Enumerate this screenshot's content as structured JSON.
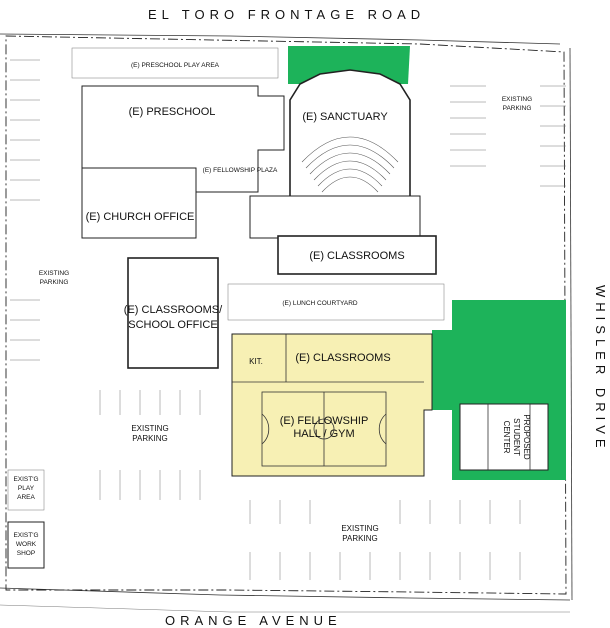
{
  "roads": {
    "north": "EL TORO FRONTAGE ROAD",
    "south": "ORANGE AVENUE",
    "east": "WHISLER DRIVE"
  },
  "labels": {
    "preschool_play": "(E) PRESCHOOL PLAY AREA",
    "preschool": "(E) PRESCHOOL",
    "sanctuary": "(E) SANCTUARY",
    "fellowship_plaza": "(E) FELLOWSHIP PLAZA",
    "church_office": "(E) CHURCH OFFICE",
    "classrooms_north": "(E) CLASSROOMS",
    "classrooms_school_1": "(E) CLASSROOMS/",
    "classrooms_school_2": "SCHOOL OFFICE",
    "lunch_courtyard": "(E) LUNCH COURTYARD",
    "kit": "KIT.",
    "classrooms_south": "(E) CLASSROOMS",
    "fellowship_1": "(E) FELLOWSHIP",
    "fellowship_2": "HALL / GYM",
    "proposed_1": "PROPOSED",
    "proposed_2": "STUDENT",
    "proposed_3": "CENTER",
    "parking_ne_1": "EXISTING",
    "parking_ne_2": "PARKING",
    "parking_w_1": "EXISTING",
    "parking_w_2": "PARKING",
    "parking_c_1": "EXISTING",
    "parking_c_2": "PARKING",
    "parking_s_1": "EXISTING",
    "parking_s_2": "PARKING",
    "play_1": "EXIST'G",
    "play_2": "PLAY",
    "play_3": "AREA",
    "shop_1": "EXIST'G",
    "shop_2": "WORK",
    "shop_3": "SHOP"
  },
  "colors": {
    "proposed_green": "#1db35a",
    "existing_yellow": "#f7f0b4"
  }
}
